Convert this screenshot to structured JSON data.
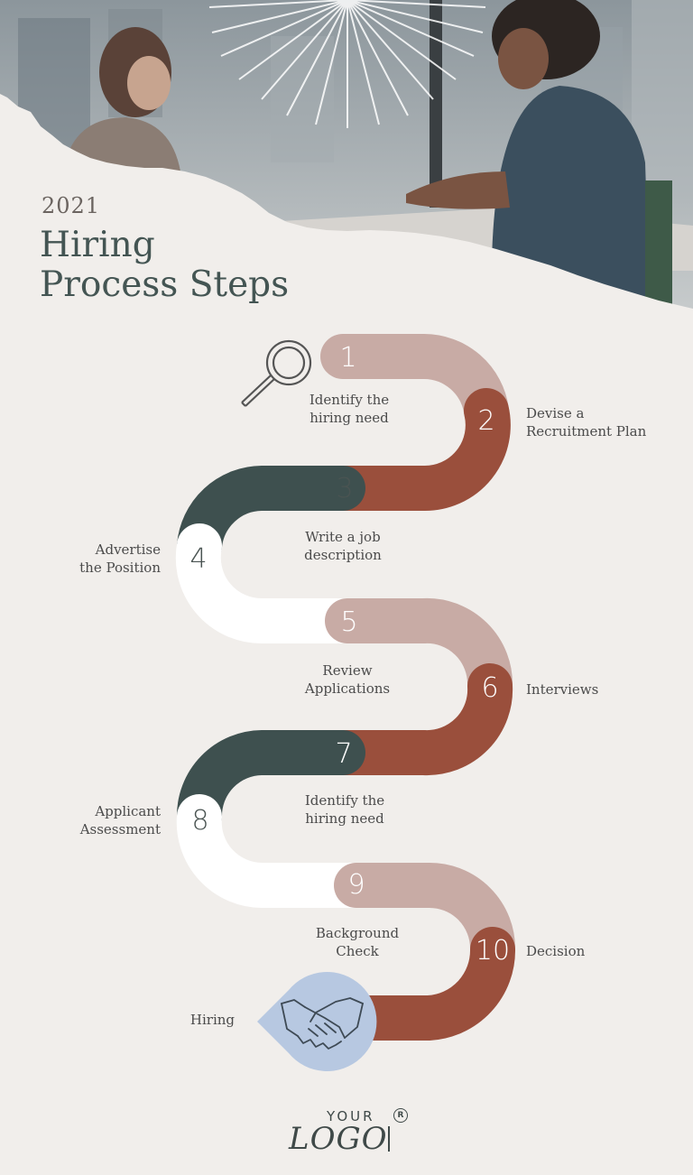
{
  "header": {
    "year": "2021",
    "title_line1": "Hiring",
    "title_line2": "Process Steps"
  },
  "steps": [
    {
      "number": "1",
      "label_line1": "Identify the",
      "label_line2": "hiring need"
    },
    {
      "number": "2",
      "label_line1": "Devise a",
      "label_line2": "Recruitment Plan"
    },
    {
      "number": "3",
      "label_line1": "Write a job",
      "label_line2": "description"
    },
    {
      "number": "4",
      "label_line1": "Advertise",
      "label_line2": "the Position"
    },
    {
      "number": "5",
      "label_line1": "Review",
      "label_line2": "Applications"
    },
    {
      "number": "6",
      "label_line1": "Interviews",
      "label_line2": ""
    },
    {
      "number": "7",
      "label_line1": "Identify the",
      "label_line2": "hiring need"
    },
    {
      "number": "8",
      "label_line1": "Applicant",
      "label_line2": "Assessment"
    },
    {
      "number": "9",
      "label_line1": "Background",
      "label_line2": "Check"
    },
    {
      "number": "10",
      "label_line1": "Decision",
      "label_line2": ""
    }
  ],
  "final_step": {
    "label": "Hiring",
    "icon": "handshake-icon"
  },
  "start_icon": "magnifying-glass-icon",
  "colors": {
    "background": "#f1eeeb",
    "rose": "#c8aba5",
    "rust": "#9a4f3c",
    "slate": "#3e504f",
    "white": "#ffffff",
    "bubble": "#b7c8e1"
  },
  "logo": {
    "top_text": "YOUR",
    "main_text": "LOGO",
    "mark": "R"
  }
}
